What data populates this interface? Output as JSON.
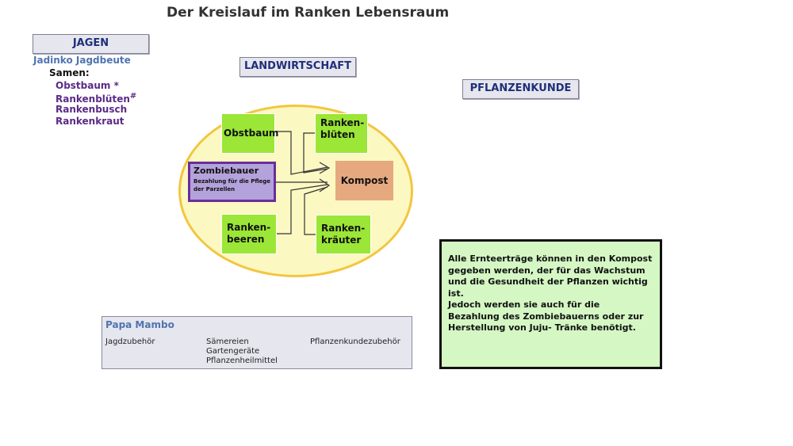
{
  "title": "Der Kreislauf im Ranken Lebensraum",
  "headers": {
    "jagen": "JAGEN",
    "landwirtschaft": "LANDWIRTSCHAFT",
    "pflanzenkunde": "PFLANZENKUNDE"
  },
  "jagen": {
    "source": "Jadinko Jagdbeute",
    "seeds_label": "Samen:",
    "seeds": [
      {
        "name": "Obstbaum",
        "mark": "*"
      },
      {
        "name": "Rankenblüten",
        "mark": "#"
      },
      {
        "name": "Rankenbusch",
        "mark": ""
      },
      {
        "name": "Rankenkraut",
        "mark": ""
      }
    ]
  },
  "diagram": {
    "obstbaum": "Obstbaum",
    "rankenblueten_1": "Ranken-",
    "rankenblueten_2": "blüten",
    "zombie_title": "Zombiebauer",
    "zombie_sub": "Bezahlung für die Pflege der Parzellen",
    "kompost": "Kompost",
    "rankenbeeren_1": "Ranken-",
    "rankenbeeren_2": "beeren",
    "rankenkraeuter_1": "Ranken-",
    "rankenkraeuter_2": "kräuter"
  },
  "info": {
    "p1": "Alle Ernteerträge können in den Kompost gegeben werden, der für das Wachstum und die Gesundheit der Pflanzen wichtig ist.",
    "p2": "Jedoch werden sie auch für die Bezahlung des Zombiebauerns oder zur Herstellung von Juju- Tränke benötigt."
  },
  "papa_mambo": {
    "title": "Papa Mambo",
    "col1": "Jagdzubehör",
    "col2": [
      "Sämereien",
      "Gartengeräte",
      "Pflanzenheilmittel"
    ],
    "col3": "Pflanzenkundezubehör"
  },
  "colors": {
    "header_text": "#1f2f7a",
    "green_box": "#9be636",
    "purple_box": "#b4a2dc",
    "kompost_box": "#e6a97f",
    "ellipse_fill": "#fcf8c2",
    "ellipse_border": "#f2c640",
    "info_fill": "#d4f7c4"
  }
}
